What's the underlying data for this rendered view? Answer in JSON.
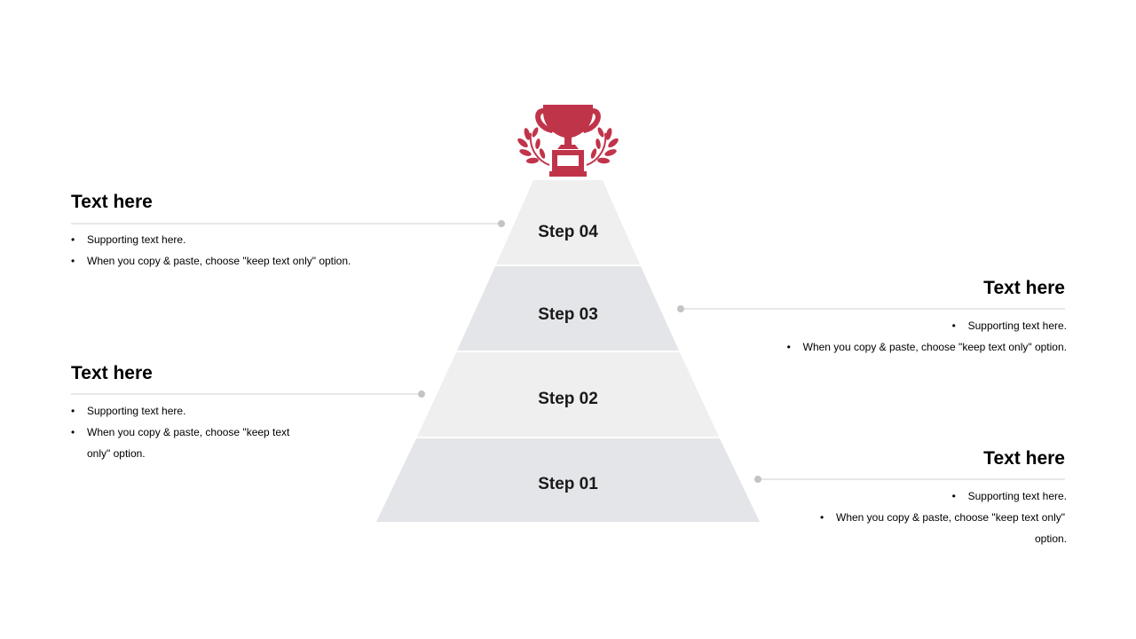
{
  "steps": [
    {
      "label": "Step 04"
    },
    {
      "label": "Step 03"
    },
    {
      "label": "Step 02"
    },
    {
      "label": "Step 01"
    }
  ],
  "callouts": [
    {
      "title": "Text here",
      "bullets": [
        "Supporting text here.",
        "When you copy & paste, choose \"keep text only\" option."
      ]
    },
    {
      "title": "Text here",
      "bullets": [
        "Supporting text here.",
        "When you copy & paste, choose \"keep text only\" option."
      ]
    },
    {
      "title": "Text here",
      "bullets": [
        "Supporting text here.",
        "When you copy & paste, choose \"keep text",
        "only\" option."
      ]
    },
    {
      "title": "Text here",
      "bullets": [
        "Supporting text here.",
        "When you copy & paste, choose \"keep text only\"",
        "option."
      ]
    }
  ],
  "colors": {
    "accent": "#c0344a",
    "tier_light": "#efefef",
    "tier_dark": "#e4e5e8",
    "connector": "#c9c9c9"
  },
  "icon": "trophy-with-laurels-icon"
}
